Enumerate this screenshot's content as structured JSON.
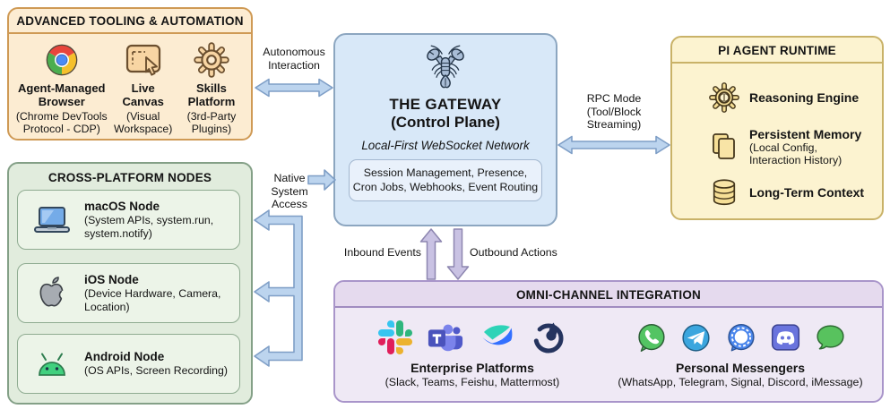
{
  "tooling": {
    "title": "ADVANCED TOOLING & AUTOMATION",
    "items": [
      {
        "icon": "chrome-icon",
        "name": "Agent-Managed\nBrowser",
        "desc": "(Chrome DevTools\nProtocol - CDP)"
      },
      {
        "icon": "canvas-cursor-icon",
        "name": "Live\nCanvas",
        "desc": "(Visual\nWorkspace)"
      },
      {
        "icon": "gear-icon",
        "name": "Skills\nPlatform",
        "desc": "(3rd-Party\nPlugins)"
      }
    ]
  },
  "nodes": {
    "title": "CROSS-PLATFORM NODES",
    "items": [
      {
        "icon": "laptop-icon",
        "name": "macOS Node",
        "desc": "(System APIs, system.run, system.notify)"
      },
      {
        "icon": "apple-icon",
        "name": "iOS Node",
        "desc": "(Device Hardware, Camera, Location)"
      },
      {
        "icon": "android-icon",
        "name": "Android Node",
        "desc": "(OS APIs, Screen Recording)"
      }
    ]
  },
  "gateway": {
    "icon": "lobster-icon",
    "title": "THE GATEWAY",
    "subtitle": "(Control Plane)",
    "tagline": "Local-First WebSocket Network",
    "services": "Session Management, Presence,\nCron Jobs, Webhooks, Event Routing"
  },
  "runtime": {
    "title": "PI AGENT RUNTIME",
    "items": [
      {
        "icon": "gear-brain-icon",
        "name": "Reasoning Engine",
        "desc": ""
      },
      {
        "icon": "memory-pages-icon",
        "name": "Persistent Memory",
        "desc": "(Local Config,\nInteraction History)"
      },
      {
        "icon": "database-icon",
        "name": "Long-Term Context",
        "desc": ""
      }
    ]
  },
  "omni": {
    "title": "OMNI-CHANNEL INTEGRATION",
    "groups": [
      {
        "name": "Enterprise Platforms",
        "desc": "(Slack, Teams, Feishu, Mattermost)",
        "icons": [
          "slack-icon",
          "teams-icon",
          "feishu-icon",
          "mattermost-icon"
        ]
      },
      {
        "name": "Personal Messengers",
        "desc": "(WhatsApp, Telegram, Signal, Discord, iMessage)",
        "icons": [
          "whatsapp-icon",
          "telegram-icon",
          "signal-icon",
          "discord-icon",
          "imessage-icon"
        ]
      }
    ]
  },
  "labels": {
    "autonomous": "Autonomous\nInteraction",
    "rpc": "RPC Mode\n(Tool/Block\nStreaming)",
    "native": "Native\nSystem\nAccess",
    "inbound": "Inbound Events",
    "outbound": "Outbound Actions"
  },
  "colors": {
    "tooling_bg": "#fcecd2",
    "tooling_border": "#cf9a55",
    "nodes_bg": "#e1ecdd",
    "nodes_border": "#84a087",
    "node_card_bg": "#ecf4e8",
    "gateway_bg": "#d8e8f8",
    "gateway_border": "#8ca6c0",
    "gateway_inner_bg": "#e9f1fb",
    "runtime_bg": "#fcf3d0",
    "runtime_border": "#c9b268",
    "omni_bg": "#efe9f5",
    "omni_header_bg": "#e5daee",
    "omni_border": "#a995ca",
    "arrow_blue_fill": "#bcd4ee",
    "arrow_blue_stroke": "#7e9ec6",
    "arrow_purple_fill": "#c9c2e3",
    "arrow_purple_stroke": "#8d86b0"
  }
}
